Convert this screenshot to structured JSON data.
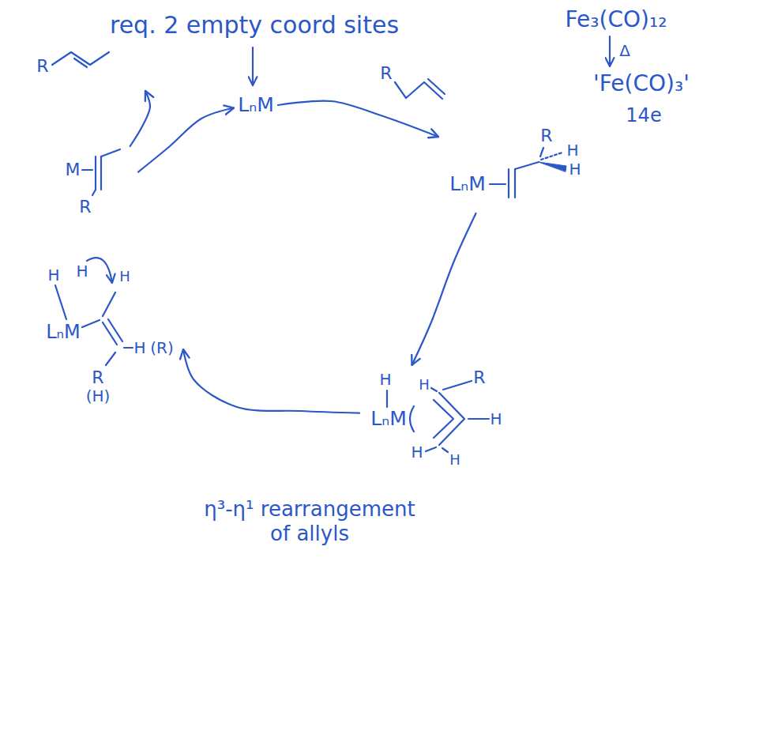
{
  "diagram": {
    "nodes": [
      {
        "text": [
          "R"
        ]
      },
      {
        "text": [
          "LₙM"
        ]
      },
      {
        "text": [
          "R"
        ]
      },
      {
        "text": [
          "R",
          "LₙM",
          "H",
          "H"
        ]
      },
      {
        "text": [
          "M",
          "R"
        ]
      },
      {
        "text": [
          "H",
          "H",
          "H",
          "LₙM",
          "H",
          "(R)",
          "R",
          "(H)"
        ]
      },
      {
        "text": [
          "H",
          "LₙM",
          "H",
          "R",
          "H",
          "H",
          "H"
        ]
      }
    ],
    "edges": [
      {
        "from": 1,
        "to": 3,
        "arrow": "to"
      },
      {
        "from": 3,
        "to": 6,
        "arrow": "to"
      },
      {
        "from": 6,
        "to": 5,
        "arrow": "to"
      },
      {
        "from": 4,
        "to": 1,
        "arrow": "to"
      },
      {
        "from": 4,
        "to": 0,
        "arrow": "to"
      }
    ],
    "labels": [
      "req. 2 empty coord sites",
      "Fe₃(CO)₁₂",
      "Δ",
      "'Fe(CO)₃'",
      "14e",
      "η³-η¹ rearrangement of allyls"
    ]
  }
}
